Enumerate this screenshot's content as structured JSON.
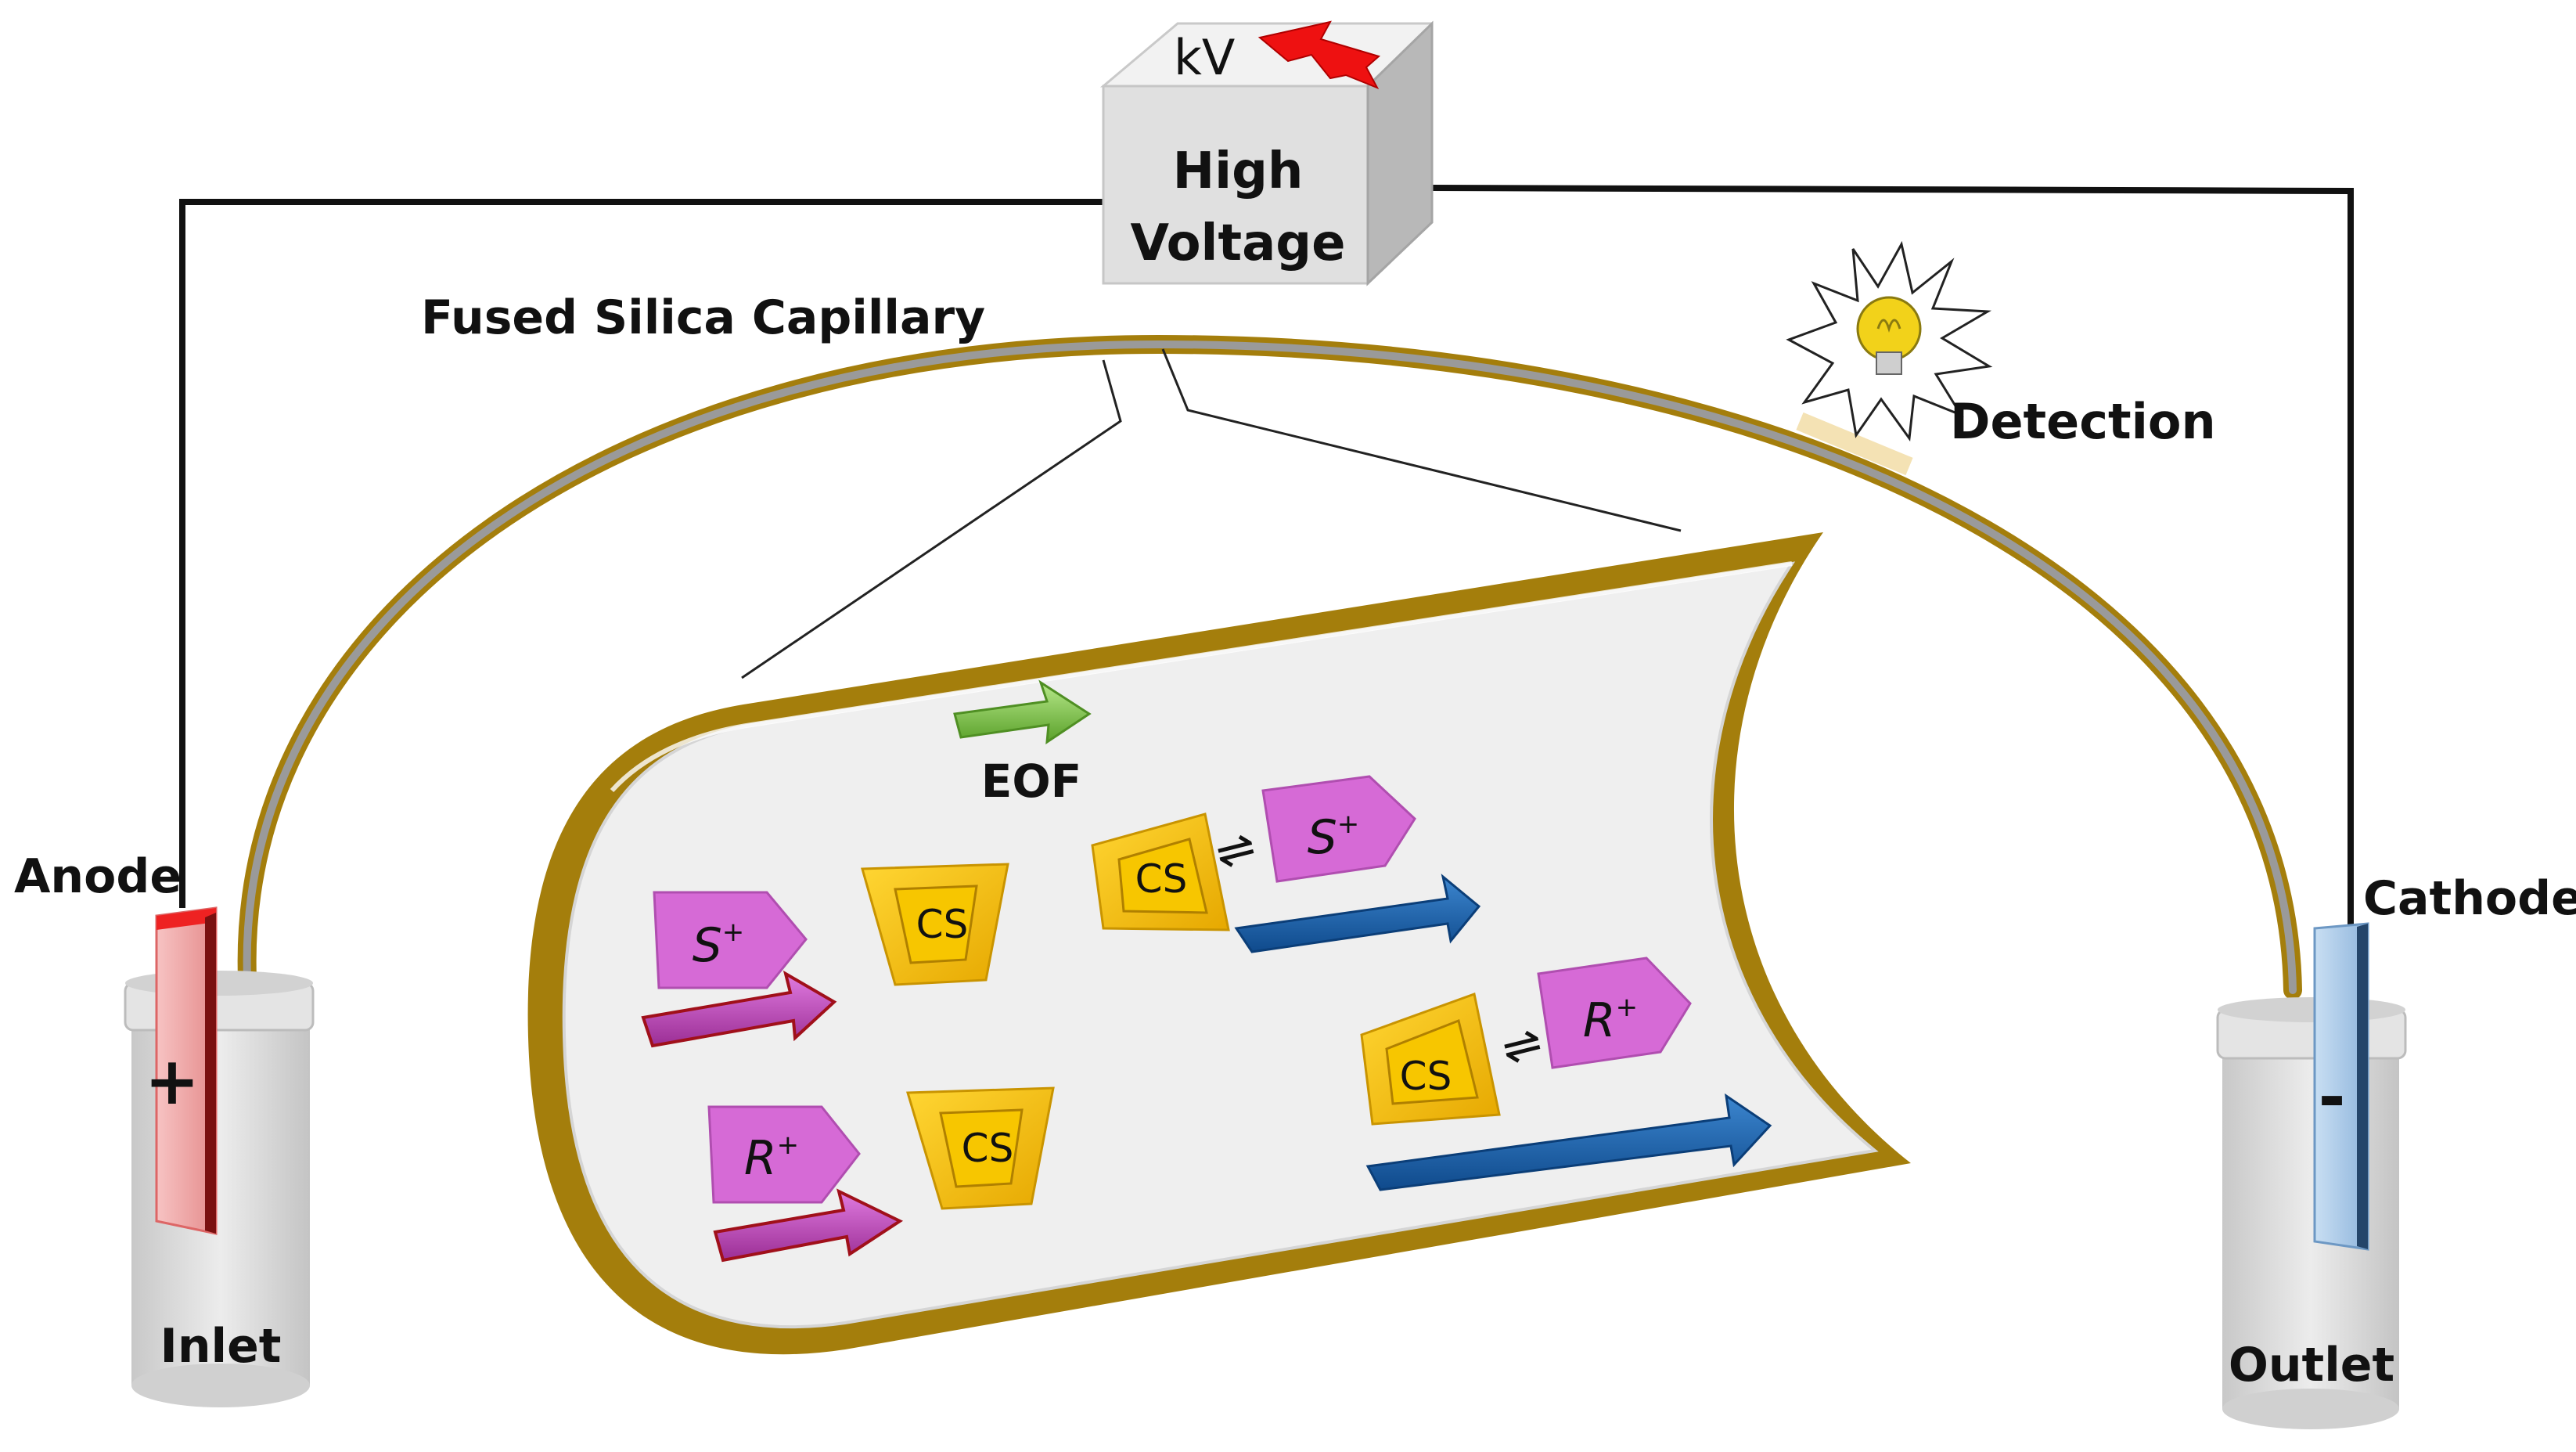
{
  "labels": {
    "high_voltage_line1": "High",
    "high_voltage_line2": "Voltage",
    "kv": "kV",
    "capillary": "Fused Silica Capillary",
    "detection": "Detection",
    "anode": "Anode",
    "cathode": "Cathode",
    "inlet": "Inlet",
    "outlet": "Outlet",
    "plus": "+",
    "minus": "-",
    "eof": "EOF",
    "cs": "CS",
    "s_ion": "S",
    "r_ion": "R",
    "ion_charge": "+",
    "equilibrium": "⇌"
  },
  "colors": {
    "capillary_wall": "#a47e0c",
    "capillary_core": "#9a9a9a",
    "capillary_interior": "#efefef",
    "selector": "#f5c400",
    "analyte": "#d66ad6",
    "analyte_arrow": "#b03aa8",
    "complex_arrow": "#1a5fa8",
    "eof_arrow": "#7ac943",
    "anode_electrode": "#f4a6a6",
    "cathode_electrode": "#a9c8e8",
    "vial": "#d9d9d9",
    "wire": "#111111",
    "bulb": "#f2d21a"
  },
  "icons": {
    "power_supply": "high-voltage-box-icon",
    "lightning": "lightning-bolt-icon",
    "detector": "light-bulb-icon"
  }
}
